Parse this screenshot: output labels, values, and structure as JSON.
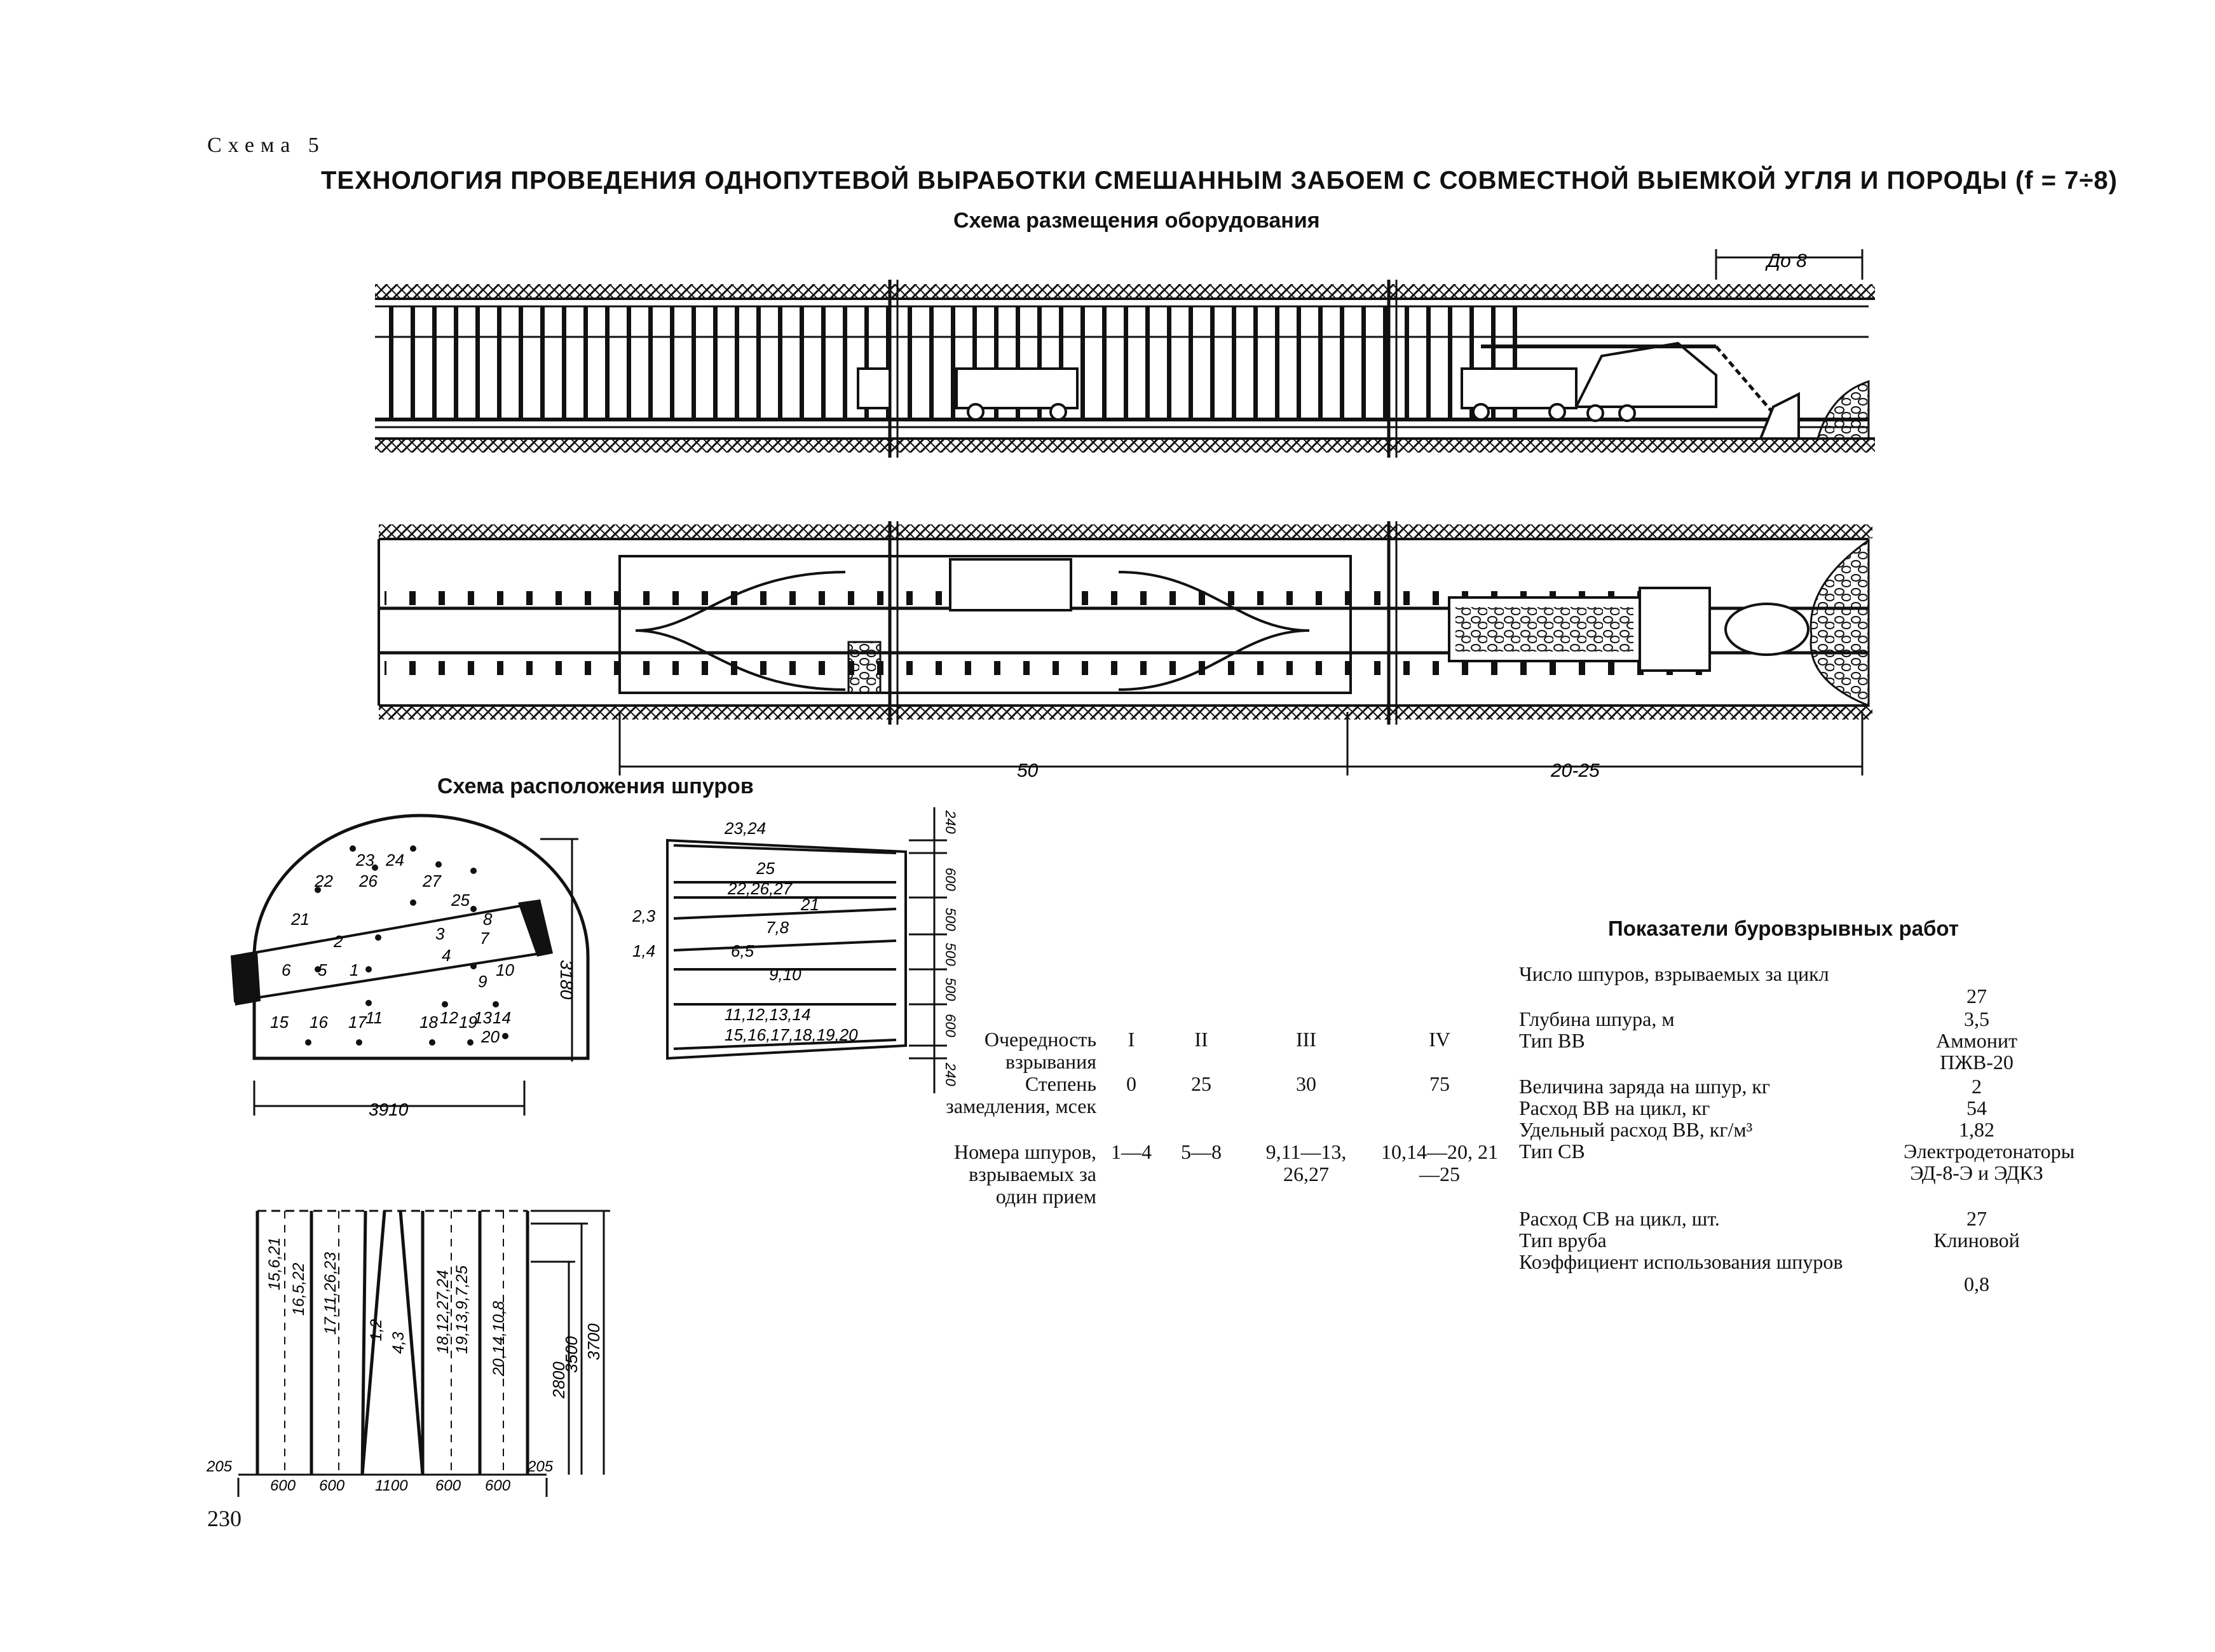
{
  "header": {
    "schema_label": "Схема 5",
    "title": "ТЕХНОЛОГИЯ ПРОВЕДЕНИЯ ОДНОПУТЕВОЙ ВЫРАБОТКИ СМЕШАННЫМ ЗАБОЕМ С СОВМЕСТНОЙ ВЫЕМКОЙ УГЛЯ И ПОРОДЫ (f = 7÷8)",
    "subtitle": "Схема размещения оборудования"
  },
  "equipment_dims": {
    "top_dim": "До 8",
    "dim_50": "50",
    "dim_20_25": "20-25"
  },
  "holes": {
    "title": "Схема расположения шпуров",
    "front_numbers": [
      "23",
      "24",
      "22",
      "26",
      "27",
      "25",
      "21",
      "8",
      "2",
      "3",
      "7",
      "6",
      "5",
      "1",
      "4",
      "9",
      "10",
      "11",
      "12",
      "13",
      "14",
      "15",
      "16",
      "17",
      "18",
      "19",
      "20"
    ],
    "width_dim": "3910",
    "height_dim": "3180",
    "side_labels": [
      "23,24",
      "25",
      "22,26,27",
      "21",
      "2,3",
      "7,8",
      "1,4",
      "6,5",
      "9,10",
      "11,12,13,14",
      "15,16,17,18,19,20"
    ],
    "side_dims": [
      "240",
      "600",
      "500",
      "500",
      "500",
      "600",
      "240"
    ],
    "long_labels": [
      "15,6,21",
      "16,5,22",
      "17,11,26,23",
      "1,2",
      "4,3",
      "18,12,27,24",
      "19,13,9,7,25",
      "20,14,10,8"
    ],
    "long_depth_dims": [
      "2800",
      "3500",
      "3700"
    ],
    "bottom_dims": [
      "205",
      "600",
      "600",
      "1100",
      "600",
      "600",
      "205"
    ]
  },
  "sequence": {
    "row_labels": [
      "Очередность взрывания",
      "Степень замедления, мсек",
      "Номера шпуров, взрываемых за один прием"
    ],
    "columns": [
      "I",
      "II",
      "III",
      "IV"
    ],
    "delays": [
      "0",
      "25",
      "30",
      "75"
    ],
    "holes": [
      "1—4",
      "5—8",
      "9,11—13, 26,27",
      "10,14—20, 21—25"
    ]
  },
  "indicators": {
    "title": "Показатели буровзрывных работ",
    "rows": [
      {
        "label": "Число шпуров, взрываемых за цикл",
        "value": "27"
      },
      {
        "label": "Глубина шпура, м",
        "value": "3,5"
      },
      {
        "label": "Тип ВВ",
        "value": "Аммонит ПЖВ-20"
      },
      {
        "label": "Величина заряда на шпур, кг",
        "value": "2"
      },
      {
        "label": "Расход ВВ на цикл, кг",
        "value": "54"
      },
      {
        "label": "Удельный расход ВВ, кг/м³",
        "value": "1,82"
      },
      {
        "label": "Тип СВ",
        "value": "Электродетонаторы ЭД-8-Э и ЭДКЗ"
      },
      {
        "label": "Расход СВ на цикл, шт.",
        "value": "27"
      },
      {
        "label": "Тип вруба",
        "value": "Клиновой"
      },
      {
        "label": "Коэффициент использования шпуров",
        "value": "0,8"
      }
    ]
  },
  "page_number": "230"
}
